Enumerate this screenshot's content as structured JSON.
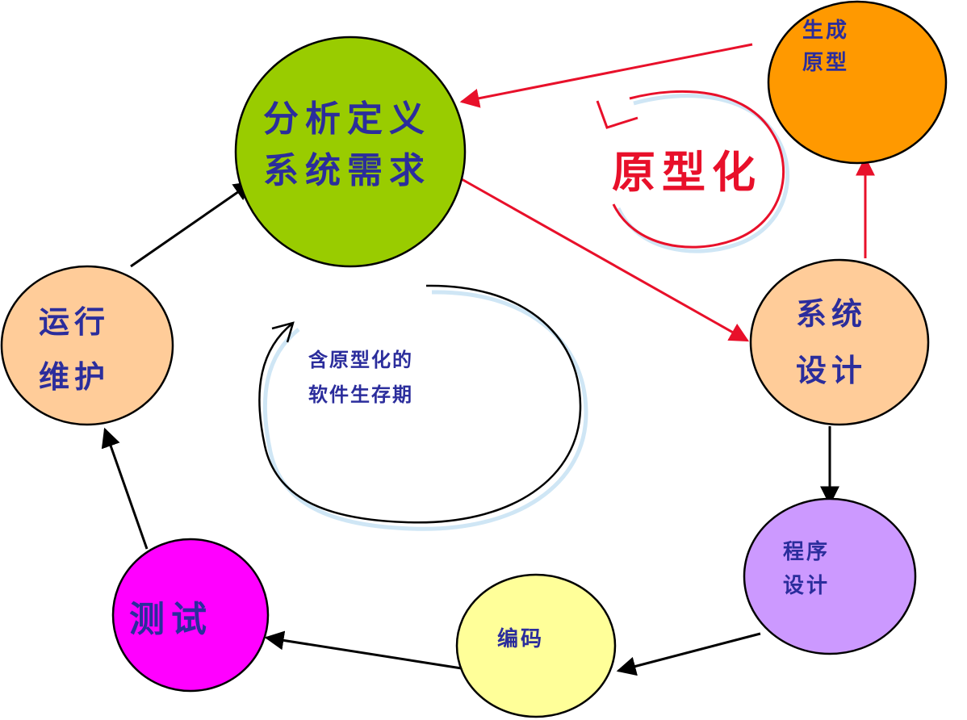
{
  "colors": {
    "text": "#2b2d9c",
    "red_arrow": "#e8102a",
    "black_arrow": "#000000"
  },
  "nodes": [
    {
      "id": "analysis",
      "lines": [
        "分析定义",
        "系统需求"
      ],
      "fill": "#99cc00",
      "text_size": "big"
    },
    {
      "id": "prototype",
      "lines": [
        "生成",
        "原型"
      ],
      "fill": "#ff9900",
      "text_size": "small"
    },
    {
      "id": "system-design",
      "lines": [
        "系统",
        "设计"
      ],
      "fill": "#ffcc99",
      "text_size": "mid"
    },
    {
      "id": "program-design",
      "lines": [
        "程序",
        "设计"
      ],
      "fill": "#cc99ff",
      "text_size": "small"
    },
    {
      "id": "coding",
      "lines": [
        "编码"
      ],
      "fill": "#ffff99",
      "text_size": "small"
    },
    {
      "id": "testing",
      "lines": [
        "测试"
      ],
      "fill": "#ff00ff",
      "text_size": "big"
    },
    {
      "id": "maintenance",
      "lines": [
        "运行",
        "维护"
      ],
      "fill": "#ffcc99",
      "text_size": "mid"
    }
  ],
  "prototyping_label": "原型化",
  "center_label": [
    "含原型化的",
    "软件生存期"
  ]
}
